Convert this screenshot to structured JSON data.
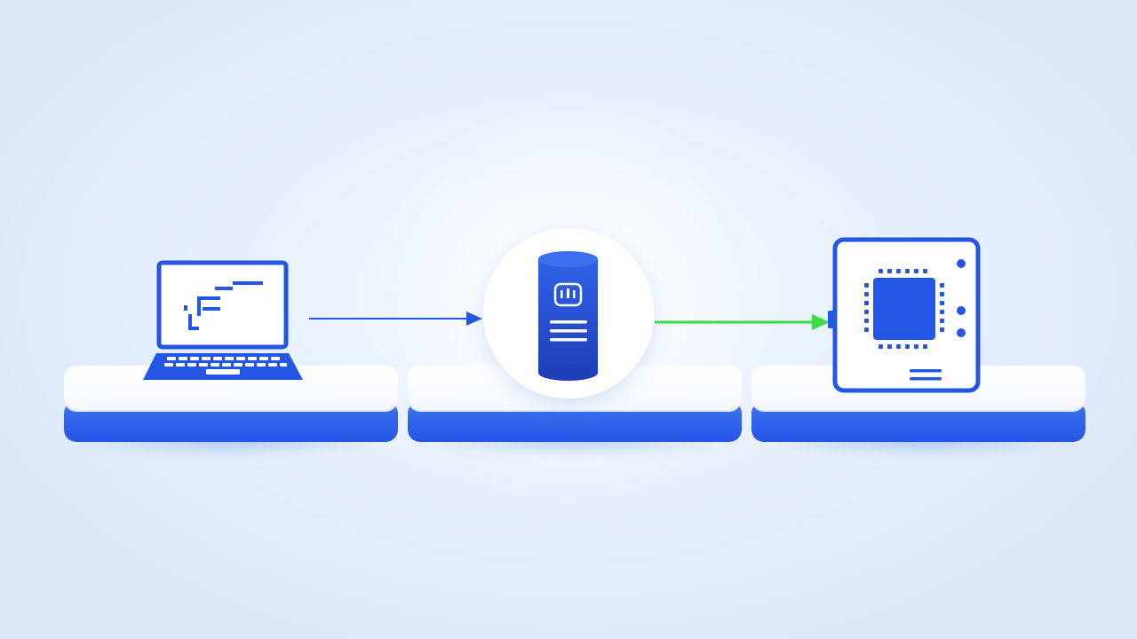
{
  "diagram": {
    "nodes": [
      {
        "id": "laptop",
        "icon": "laptop-icon"
      },
      {
        "id": "server",
        "icon": "server-cylinder-icon"
      },
      {
        "id": "device",
        "icon": "chip-board-icon"
      }
    ],
    "edges": [
      {
        "from": "laptop",
        "to": "server",
        "color": "#2456e6"
      },
      {
        "from": "server",
        "to": "device",
        "color": "#3ddc47"
      }
    ]
  },
  "colors": {
    "primary_blue": "#2456e6",
    "accent_green": "#3ddc47",
    "platform_white": "#ffffff",
    "background": "#e6f0fd"
  }
}
